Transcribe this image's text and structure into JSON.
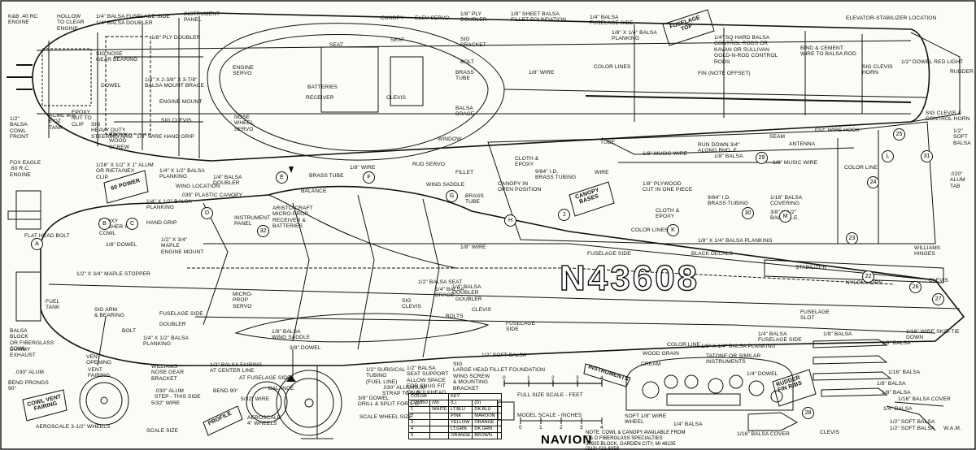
{
  "title": "NAVION",
  "scale_caption": "MODEL SCALE - INCHES",
  "registration": "N43608",
  "scale_bar": {
    "caption": "FULL SIZE SCALE - FEET",
    "ticks": [
      "0",
      "1",
      "2",
      "3",
      "4"
    ]
  },
  "model_scale_ticks": [
    "0",
    "1",
    "2",
    "3",
    "4"
  ],
  "scale_wheel_size": "SCALE WHEEL SIZE",
  "credit": "NOTE: COWL & CANOPY AVAILABLE FROM\nT & D FIBERGLASS SPECIALTIES\n30925 BLOCK, GARDEN CITY, MI 48135\n(313) 421-6358",
  "initials": "W.A.M.",
  "color_key": {
    "title": "COLOR",
    "key_title": "KEY",
    "headers": [
      "COMBO",
      "(W)",
      "(L)",
      "(D)",
      ""
    ],
    "rows": [
      [
        "1",
        "WHITE",
        "LT.BLU",
        "DK.BLU"
      ],
      [
        "2",
        "",
        "PINK",
        "MAROON"
      ],
      [
        "3",
        "",
        "YELLOW",
        "ORANGE"
      ],
      [
        "4",
        "",
        "LT.GRN",
        "DK.GRN"
      ],
      [
        "5",
        "",
        "ORANGE",
        "BROWN"
      ]
    ]
  },
  "banners": {
    "fuselage_top": "FUSELAGE\nTOP",
    "sixty_power": "60 POWER",
    "canopy_bases": "CANOPY\nBASES",
    "instruments": "INSTRUMENTS",
    "rudder_fin_ribs": "RUDDER\nFIN RIBS",
    "cowl_vent_fairing": "COWL VENT\nFAIRING",
    "profile": "PROFILE"
  },
  "letters": [
    "A",
    "B",
    "C",
    "D",
    "E",
    "F",
    "G",
    "H",
    "J",
    "K",
    "L",
    "M"
  ],
  "part_numbers": [
    "22",
    "23",
    "24",
    "25",
    "26",
    "27",
    "28",
    "29",
    "30",
    "31",
    "32"
  ],
  "labels": [
    "K&B .40 RC\nENGINE",
    "HOLLOW\nTO CLEAR\nENGINE",
    "1/4\" BALSA FUSELAGE SIDE",
    "1/4\" BALSA DOUBLER",
    "INSTRUMENT\nPANEL",
    "CANOPY",
    "ELEV SERVO",
    "1/8\" PLY\nDOUBLER",
    "1/8\" SHEET BALSA\nFILLET FOUNDATION",
    "1/4\" BALSA\nFUSELAGE SIDE",
    "ELEVATOR-STABILIZER LOCATION",
    "1/8\" PLY DOUBLER",
    "SEAT",
    "SEAT",
    "SIG\nBRACKET",
    "1/8\" X 1/4\" BALSA\nPLANKING",
    "1/4\" SQ HARD BALSA\nCONTROL RODS OR\nKAVAN OR SULLIVAN\nGOLD-N-ROD CONTROL\nRODS",
    "BIND & CEMENT\nWIRE TO BALSA ROD",
    "SIG NOSE\nGEAR BEARING",
    "1/4\" X 2-3/8\" X 3-7/8\"\nBALSA MOUNT BRACE",
    "ENGINE\nSERVO",
    "BOLT",
    "1/8\" WIRE",
    "BRASS\nTUBE",
    "COLOR LINES",
    "FIN (NOTE OFFSET)",
    "SIG CLEVIS\nHORN",
    "1/2\" DOWEL RED LIGHT",
    "RUDDER",
    "DOWEL",
    "ENGINE MOUNT",
    "BATTERIES",
    "RECEIVER",
    "CLEVIS",
    "BALSA\nBRACE",
    "SIG CLEVIS &\nCONTROL HORN",
    "1/2\"\nBALSA\nCOWL\nFRONT",
    "ACME M-6\n6 OZ\nTANK",
    "EPOXY\nNUT TO\nCLIP",
    "SIG\nHEAVY DUTY\nSTEERING ARM",
    "EPOXY\nWOOD\nSCREW",
    "SIG CLEVIS",
    "NOSE\nWHEEL\nSERVO",
    "1/8\" WIRE HAND GRIP",
    "WINDOW",
    "TUBE",
    "1/8\" MUSIC WIRE",
    "RUN DOWN 3/4\"\nALONG BHD. F",
    "SEAM",
    "ANTENNA",
    ".032\" WIRE HOOK",
    "1/2\"\nSOFT\nBALSA",
    "FOX EAGLE\n.60 R.C.\nENGINE",
    "1/16\" X 1/2\" X 1\" ALUM\nOR RIETA/NEX\nCLIP",
    "1/4\" X 1/2\" BALSA\nPLANKING",
    "1/4\" BALSA\nDOUBLER",
    "BRASS TUBE",
    "1/8\" WIRE",
    "RUD SERVO",
    "FILLET",
    "CLOTH &\nEPOXY",
    "9/64\" I.D.\nBRASS TUBING",
    "WIRE",
    "1/8\" BALSA",
    "1/8\" MUSIC WIRE",
    "COLOR LINE",
    ".020\"\nALUM\nTAB",
    "WING LOCATION",
    "WING SADDLE",
    "CANOPY IN\nOPEN POSITION",
    "1/8\" PLYWOOD\nCUT IN ONE PIECE",
    "9/64\" I.D.\nBRASS TUBING",
    "1/16\" BALSA\nCOVERING",
    "3/8\" X 1/2\"\nBALSA L.E.",
    ".035\" PLASTIC CANOPY",
    "BALANCE",
    "ARISTO-CRAFT\nMICRO-PROP\nRECEIVER &\nBATTERIES",
    "BRASS\nTUBE",
    "CLOTH &\nEPOXY",
    "1/4\" X 1/2\" BALSA\nPLANKING",
    "INSTRUMENT\nPANEL",
    "FLAT HEAD BOLT",
    "EPOXY\nWASHER IN\nCOWL",
    "HAND GRIP",
    "COLOR LINES",
    "1/8\" X 1/4\" BALSA PLANKING",
    "1/8\" DOWEL",
    "1/2\" X 3/4\"\nMAPLE\nENGINE MOUNT",
    "1/8\" WIRE",
    "FUSELAGE SIDE",
    "BLACK DECALS",
    "WILLIAMS\nHINGES",
    "1/2\" X 3/4\" MAPLE STOPPER",
    "STABILIZER",
    "CLEVIS",
    "NYLON HORN",
    "FUEL\nTANK",
    "MICRO-\nPROP\nSERVO",
    "1/2\" BALSA SEAT",
    "1/4\" BALSA\nBRACE",
    "1/4\" BALSA\nDOUBLER",
    "SIG\nCLEVIS",
    "DOUBLER",
    "CLEVIS",
    "FUSELAGE\nSLOT",
    "SIG ARM\n& BEARING",
    "FUSELAGE SIDE",
    "DOUBLER",
    "BOLTS",
    "FUSELAGE\nSIDE",
    "1/4\" BALSA\nFUSELAGE SIDE",
    "1/8\" BALSA",
    "BALSA\nBLOCK\nOR FIBERGLASS\nCOWL",
    "BOLT",
    "1/4\" X 1/2\" BALSA\nPLANKING",
    "1/8\" BALSA\nWING SADDLE",
    "3/8\" DOWEL",
    "COLOR LINE",
    "1/8\" X 1/4\" BALSA PLANKING",
    "1/16\" WIRE SKID-TIE DOWN",
    "DUMMY\nEXHAUST",
    "VENT\nOPENING",
    "VENT\nFAIRING",
    "WILLIAMS\nNOSE GEAR\nBRACKET",
    "1/2\" BALSA FAIRING\nAT CENTER LINE",
    "1/2\" SOFT BALSA",
    "1/2\" BALSA\nSEAT SUPPORT\nALLOW SPACE\nFOR SNUG FIT\nON BULKHEAD",
    "SIG\nLARGE HEAD\nWING SCREW\n& MOUNTING\nBRACKET",
    "FILLET FOUNDATION",
    "WOOD GRAIN",
    "CREAM",
    "TATONE OR SIMILAR\nINSTRUMENTS",
    "1/4\" DOWEL",
    "1/8\" BALSA",
    "1/16\" BALSA",
    ".030\" ALUM",
    "BEND PRONGS\n90°",
    "AT FUSELAGE SIDE",
    "BALANCE",
    "1/2\" SURGICAL\nTUBING\n(FUEL LINE)",
    ".030\" ALUMINUM\nSTRAP TO L.G.",
    "1/8\" BALSA",
    "1/8\" BALSA",
    ".030\" ALUM\nSTEP - THIS SIDE",
    "BEND 90°",
    "5/32\" WIRE",
    "5/32\" WIRE",
    "3/8\" DOWEL\nDRILL & SPLIT FOR L.G.",
    "1/16\" BALSA COVER",
    "AEROSCALE\n4\" WHEELS",
    "SOFT 1/8\" WIRE\nWHEEL",
    "1/4\" BALSA",
    "1/16\" BALSA COVER",
    "1/2\" SOFT BALSA",
    "AEROSCALE 3-1/2\" WHEELS",
    "SCALE SIZE",
    "CLEVIS",
    "1/4\" BALSA",
    "1/2\" SOFT BALSA"
  ]
}
